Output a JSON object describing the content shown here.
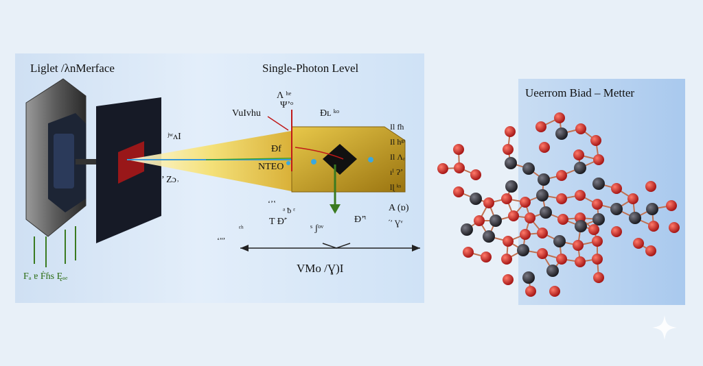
{
  "left_panel": {
    "title_left": "Liglet /λnMerface",
    "title_center": "Single-Photon Level",
    "source_bottom_label": "Fₐ ɐ Ḟɦs Ęₐₑ",
    "screen_label_upper": "ʲʷʌI",
    "screen_label_lower": "’ Zɔ˒",
    "beam_labels": [
      "VuIvhu",
      "Ðf",
      "NTEO"
    ],
    "top_label": "Λ ʰᵉ",
    "top_label_2": "Ψʼᵒ",
    "box_label": "Đʟ ᵏᵒ",
    "right_side_labels": [
      "Il fh",
      "Il hᵍᵗ",
      "Il Ʌᵣ",
      "ıᴵ Ɂʼ",
      "lɭ ᵏˢ"
    ],
    "bottom_labels": {
      "a": "ʻʼʽ",
      "b": "ᵃ ƀ ᵋ",
      "c": "T Đʹ̇",
      "d": "ˢ ʃᵒᵛ",
      "e": "Đʼ̇ᵗ",
      "f": "A (ɒ)",
      "g": "´ʹ Ɣᵛ",
      "h": "ᵋʰ",
      "i": "ʻʺʼ",
      "axis_label": "VMo /Ɣ)I"
    }
  },
  "right_panel": {
    "title": "Ueerrom Biad – Metter"
  },
  "colors": {
    "atom_red": "#d02525",
    "atom_dark": "#2a2a30",
    "beam_yellow": "#f2d64a",
    "box_gold": "#b8901a"
  }
}
